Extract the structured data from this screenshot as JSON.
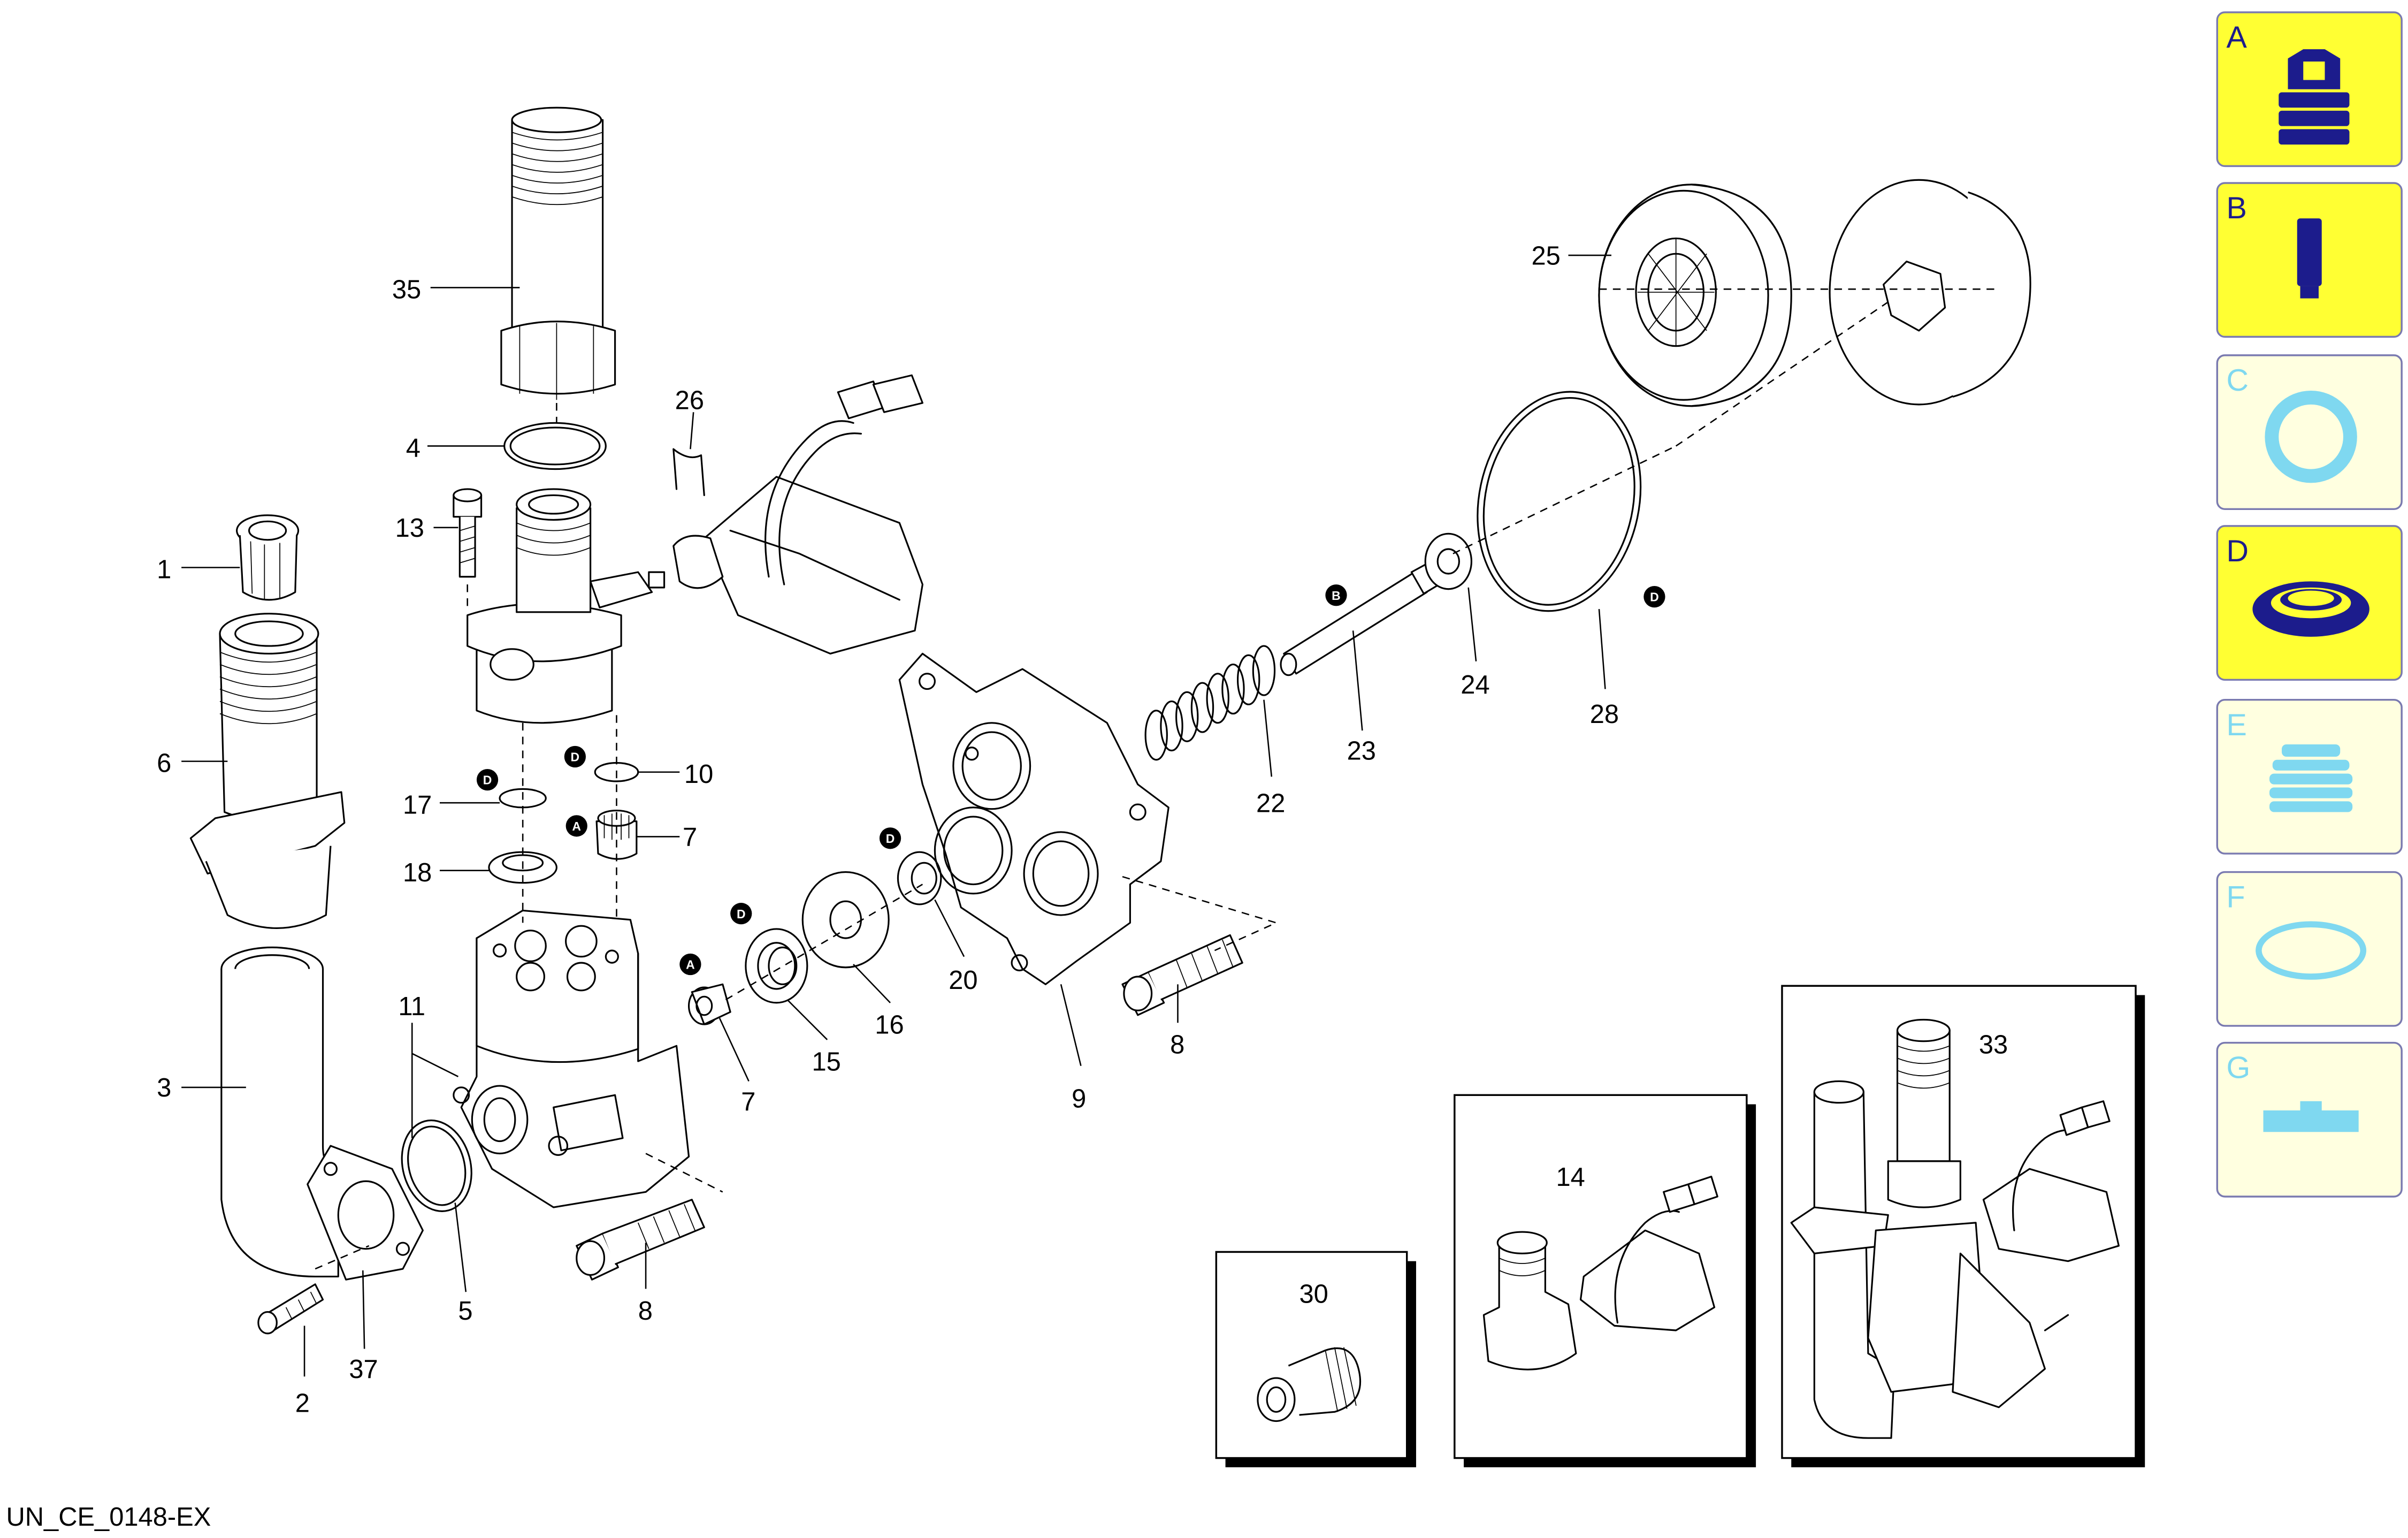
{
  "drawing_code": "UN_CE_0148-EX",
  "part_labels": [
    "1",
    "2",
    "3",
    "4",
    "5",
    "6",
    "7",
    "7",
    "8",
    "8",
    "9",
    "10",
    "11",
    "13",
    "14",
    "15",
    "16",
    "17",
    "18",
    "20",
    "22",
    "23",
    "24",
    "25",
    "26",
    "28",
    "30",
    "33",
    "35",
    "37"
  ],
  "badges": [
    "A",
    "A",
    "B",
    "D",
    "D",
    "D",
    "D",
    "D"
  ],
  "legend": [
    {
      "letter": "A",
      "icon": "nozzle-icon",
      "active": true
    },
    {
      "letter": "B",
      "icon": "cylinder-pin-icon",
      "active": true
    },
    {
      "letter": "C",
      "icon": "flat-gasket-icon",
      "active": false
    },
    {
      "letter": "D",
      "icon": "oil-seal-icon",
      "active": true
    },
    {
      "letter": "E",
      "icon": "bellows-icon",
      "active": false
    },
    {
      "letter": "F",
      "icon": "o-ring-icon",
      "active": false
    },
    {
      "letter": "G",
      "icon": "clip-icon",
      "active": false
    }
  ],
  "colors": {
    "panel_active_fill": "#ffff33",
    "panel_inactive_fill": "#ffffe0",
    "panel_border": "#7a7ab0",
    "icon_active": "#1c1c8c",
    "icon_inactive": "#7fd8f0",
    "letter_active": "#1c1c8c",
    "letter_inactive": "#7fd8f0"
  }
}
